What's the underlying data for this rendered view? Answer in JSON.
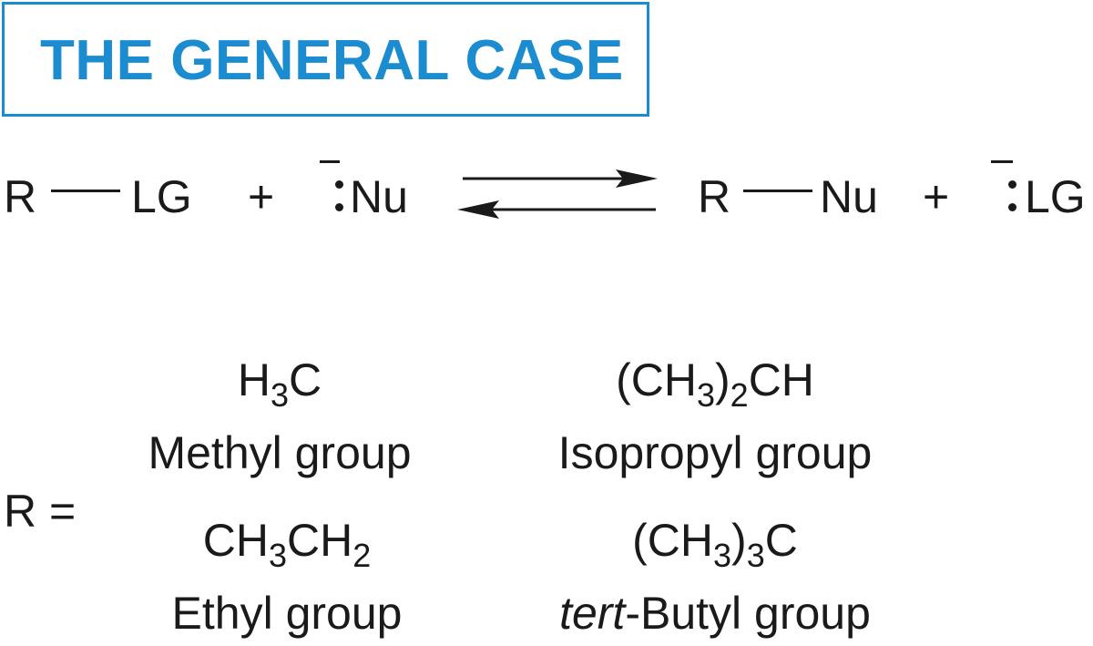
{
  "title": "THE GENERAL CASE",
  "reaction": {
    "r1": "R",
    "lg1": "LG",
    "plus1": "+",
    "nu1": "Nu",
    "r2": "R",
    "nu2": "Nu",
    "plus2": "+",
    "lg2": "LG"
  },
  "r_label": "R =",
  "groups": [
    {
      "formula_parts": [
        "H",
        "3",
        "C"
      ],
      "name": "Methyl group"
    },
    {
      "formula_parts": [
        "(CH",
        "3",
        ")",
        "2",
        "CH"
      ],
      "name": "Isopropyl group"
    },
    {
      "formula_parts": [
        "CH",
        "3",
        "CH",
        "2"
      ],
      "name": "Ethyl group"
    },
    {
      "formula_parts": [
        "(CH",
        "3",
        ")",
        "3",
        "C"
      ],
      "name_italic": "tert",
      "name_rest": "-Butyl group"
    }
  ],
  "colors": {
    "accent": "#1a8ccf",
    "text": "#1a1a1a"
  }
}
